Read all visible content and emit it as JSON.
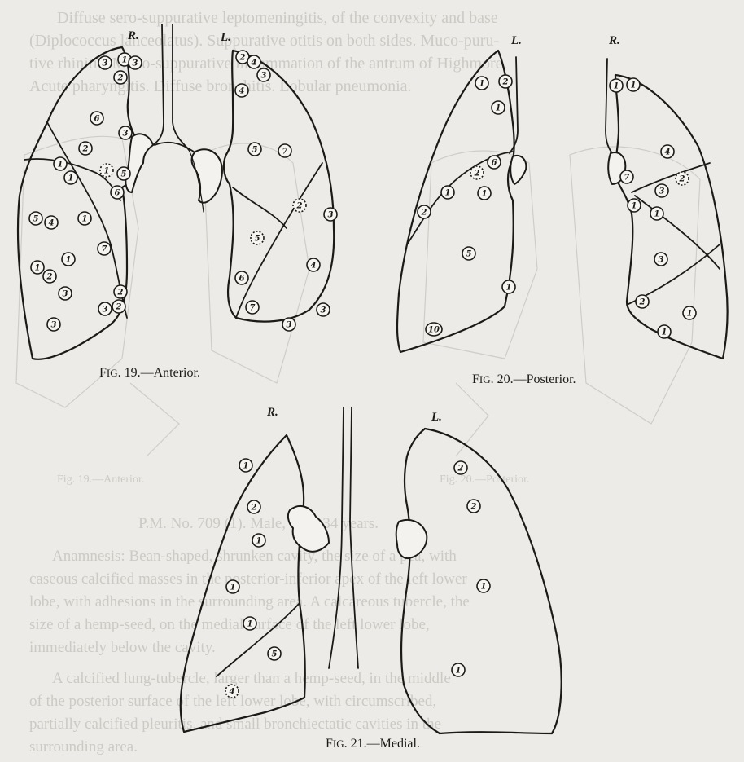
{
  "ghost_text": {
    "line1": "Diffuse sero-suppurative leptomeningitis, of the convexity and base",
    "line2": "(Diplococcus lanceolatus). Suppurative otitis on both sides. Muco-puru-",
    "line3": "tive rhinitis. Muco-suppurative inflammation of the antrum of Highmore.",
    "line4": "Acute pharyngitis. Diffuse bronchitis. Lobular pneumonia.",
    "fig19_old": "Fig. 19.—Anterior.",
    "fig20_old": "Fig. 20.—Posterior.",
    "pm_line": "P.M. No. 709 (1). Male, aged 34 years.",
    "p1_line1": "Anamnesis: Bean-shaped, shrunken cavity, the size of a pea, with",
    "p1_line2": "caseous calcified masses in the posterior-inferior apex of the left lower",
    "p1_line3": "lobe, with adhesions in the surrounding area.  A calcareous tubercle, the",
    "p1_line4": "size of a hemp-seed, on the medial surface of the left lower lobe,",
    "p1_line5": "immediately below the cavity.",
    "p2_line1": "A calcified lung-tubercle, larger than a hemp-seed, in the middle",
    "p2_line2": "of the posterior surface of the left lower lobe, with circumscribed,",
    "p2_line3": "partially calcified pleuritis, and small bronchiectatic cavities in the",
    "p2_line4": "surrounding area."
  },
  "figures": [
    {
      "id": "fig19",
      "caption_prefix": "F",
      "caption_sc": "IG",
      "caption_rest": ". 19.—Anterior.",
      "labels": {
        "right": "R.",
        "left": "L."
      },
      "markers_right": [
        "3",
        "1",
        "2",
        "3",
        "6",
        "3",
        "1",
        "5",
        "2",
        "1",
        "1",
        "6",
        "5",
        "4",
        "1",
        "7",
        "1",
        "2",
        "2",
        "2",
        "3",
        "3",
        "1",
        "3"
      ],
      "markers_left": [
        "2",
        "4",
        "3",
        "4",
        "5",
        "7",
        "2",
        "3",
        "5",
        "4",
        "6",
        "7",
        "3",
        "3"
      ]
    },
    {
      "id": "fig20",
      "caption_prefix": "F",
      "caption_sc": "IG",
      "caption_rest": ". 20.—Posterior.",
      "labels": {
        "left": "L.",
        "right": "R."
      },
      "markers_left": [
        "1",
        "2",
        "1",
        "2",
        "6",
        "1",
        "1",
        "2",
        "5",
        "1",
        "10"
      ],
      "markers_right": [
        "1",
        "1",
        "4",
        "7",
        "2",
        "3",
        "1",
        "1",
        "3",
        "2",
        "1",
        "1"
      ]
    },
    {
      "id": "fig21",
      "caption_prefix": "F",
      "caption_sc": "IG",
      "caption_rest": ". 21.—Medial.",
      "labels": {
        "right": "R.",
        "left": "L."
      },
      "markers_right": [
        "1",
        "2",
        "1",
        "1",
        "1",
        "5",
        "4"
      ],
      "markers_left": [
        "2",
        "2",
        "1",
        "1"
      ]
    }
  ]
}
